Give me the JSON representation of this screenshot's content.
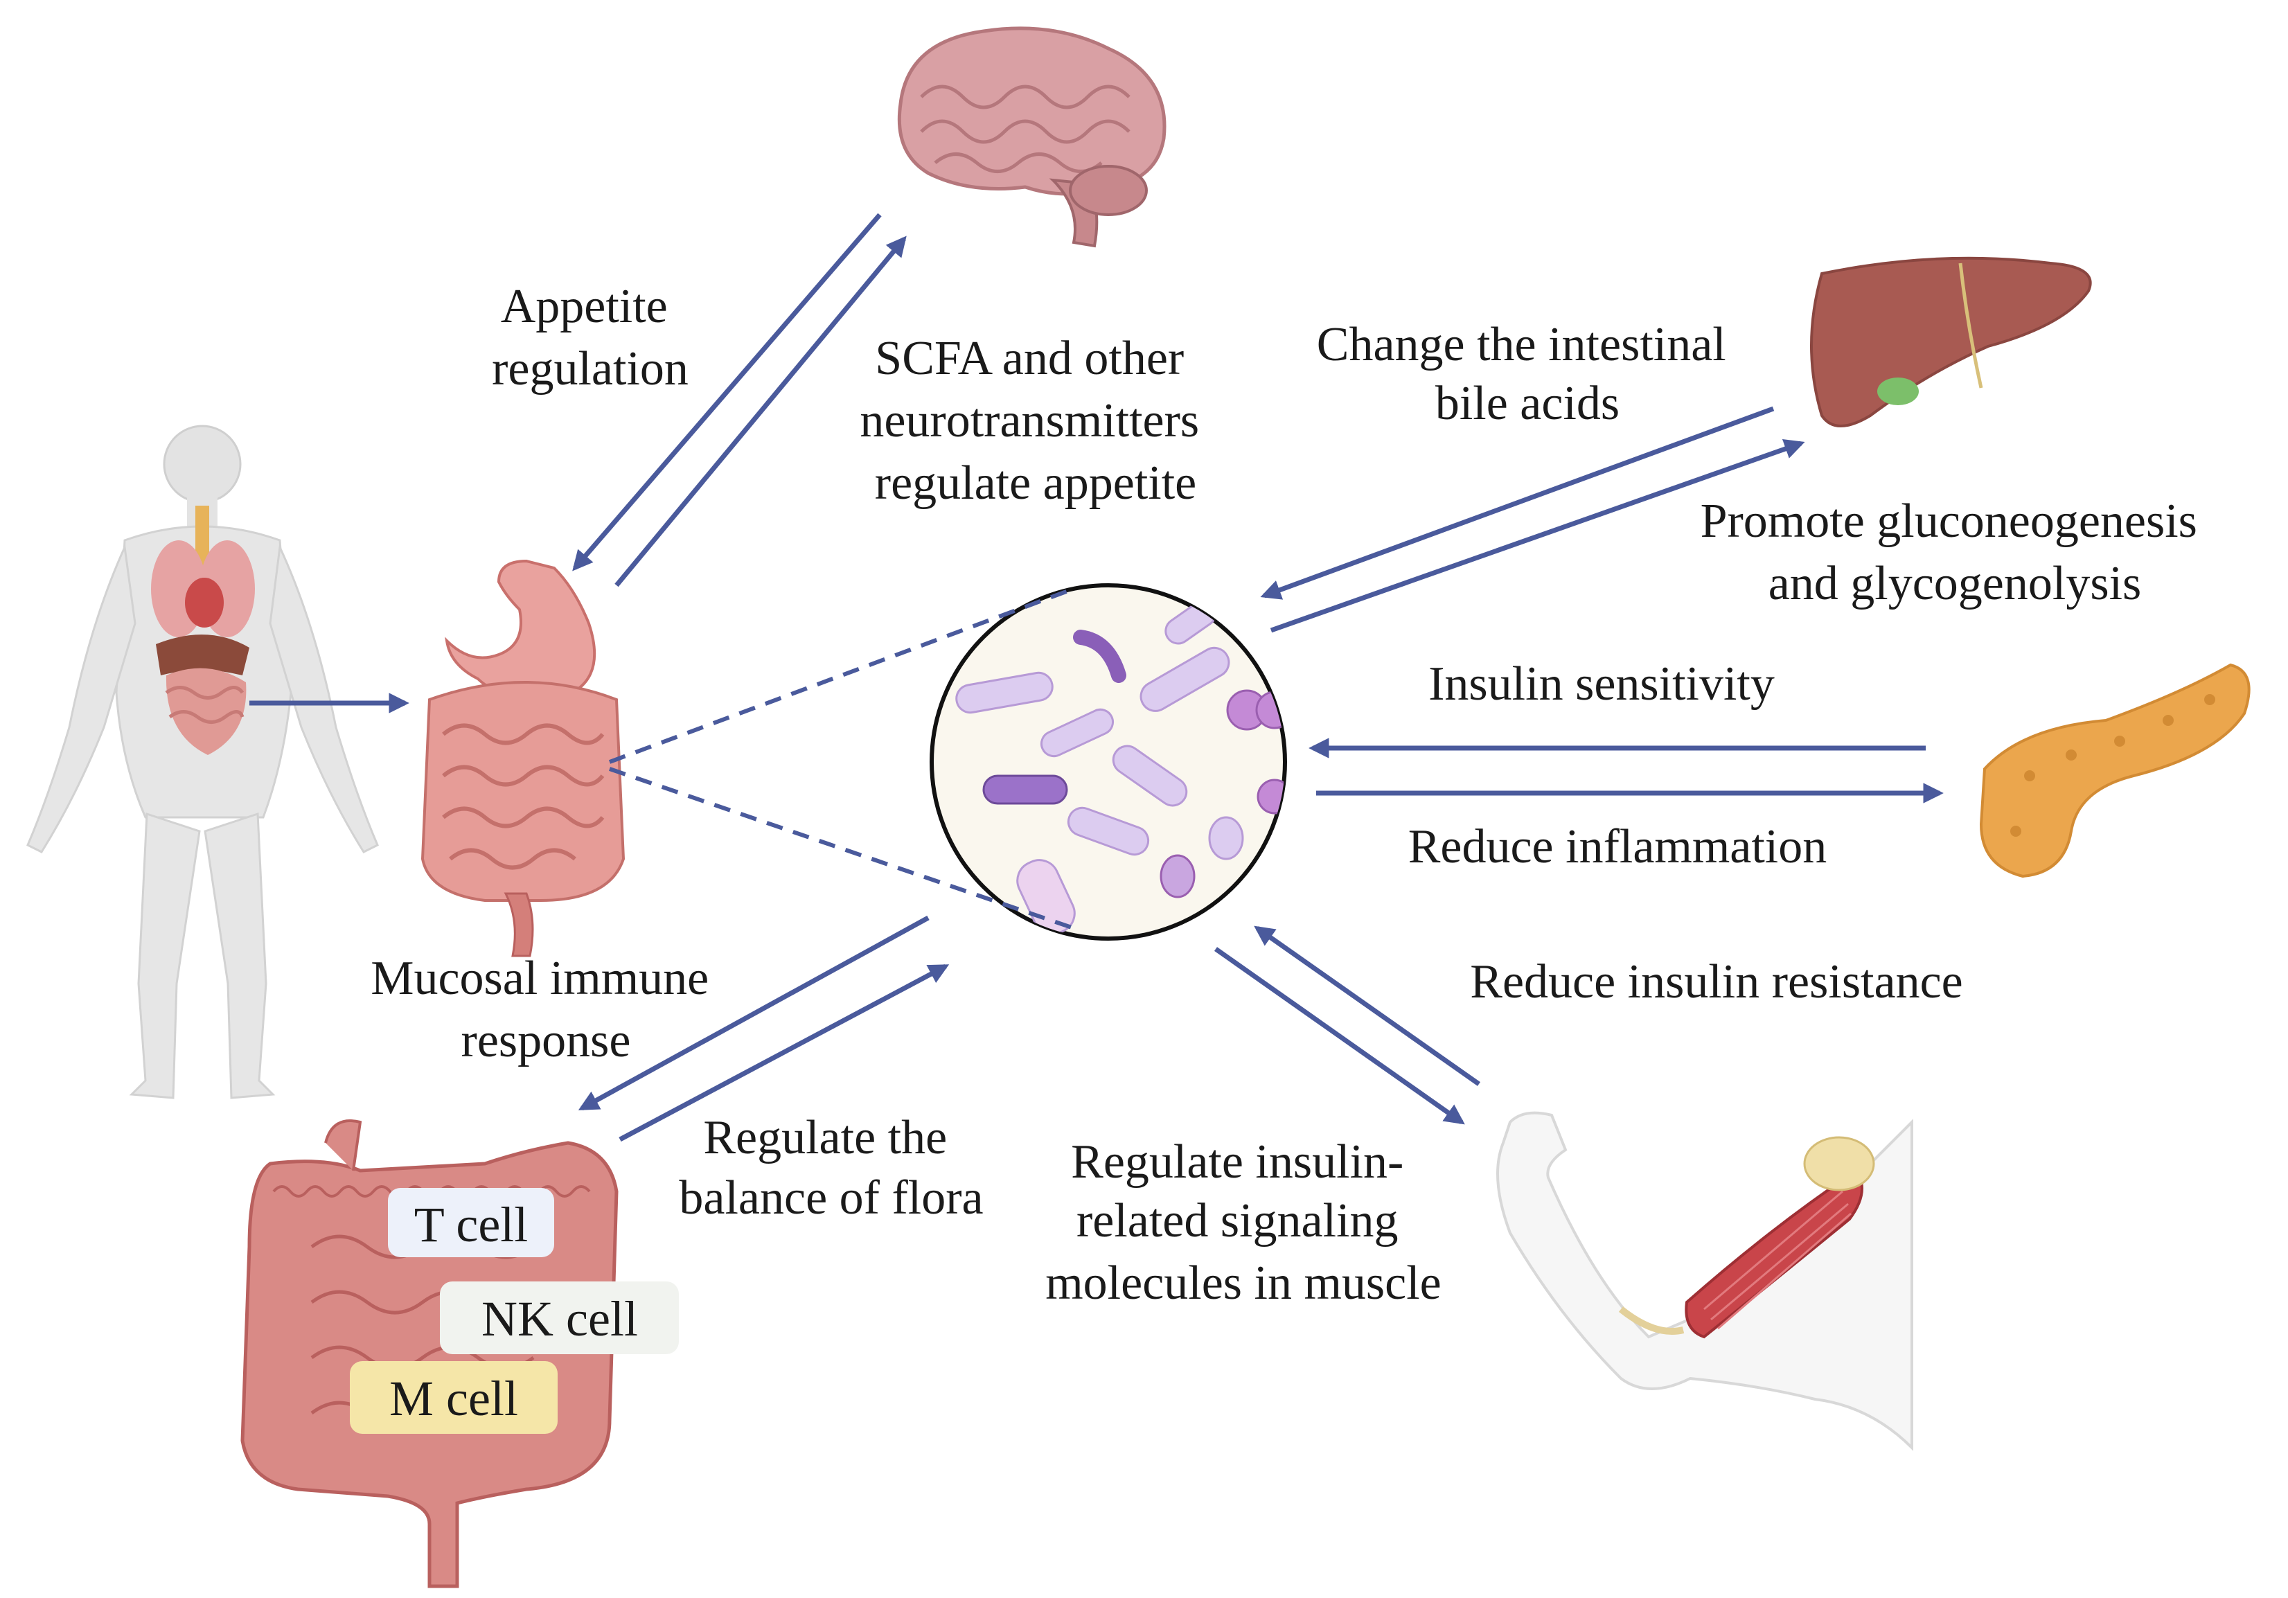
{
  "colors": {
    "arrow": "#4a5a9c",
    "gut": "#d98a86",
    "gut_dark": "#b9605e",
    "brain": "#d9a0a4",
    "liver": "#a85a52",
    "pancreas": "#eba64d",
    "muscle": "#c9454a",
    "body": "#e6e6e6",
    "bacteria": "#b79ad6",
    "t_cell_box": "#edf1fa",
    "nk_cell_box": "#f1f3ef",
    "m_cell_box": "#f5e6a8"
  },
  "labels": {
    "appetite": [
      "Appetite",
      "regulation"
    ],
    "scfa": [
      "SCFA and other",
      "neurotransmitters",
      "regulate appetite"
    ],
    "bile": [
      "Change the intestinal",
      "bile acids"
    ],
    "gluco": [
      "Promote gluconeogenesis",
      "and glycogenolysis"
    ],
    "insulin_sens": [
      "Insulin sensitivity"
    ],
    "inflammation": [
      "Reduce inflammation"
    ],
    "insulin_res": [
      "Reduce insulin resistance"
    ],
    "muscle_sig": [
      "Regulate insulin-",
      "related signaling",
      "molecules in muscle"
    ],
    "mucosal": [
      "Mucosal immune",
      "response"
    ],
    "flora": [
      "Regulate the",
      "balance of flora"
    ]
  },
  "cells": {
    "t": "T cell",
    "nk": "NK cell",
    "m": "M cell"
  },
  "icons": [
    "human-body-icon",
    "brain-icon",
    "stomach-intestine-icon",
    "microbiota-icon",
    "liver-icon",
    "pancreas-icon",
    "arm-muscle-icon",
    "colon-icon"
  ]
}
